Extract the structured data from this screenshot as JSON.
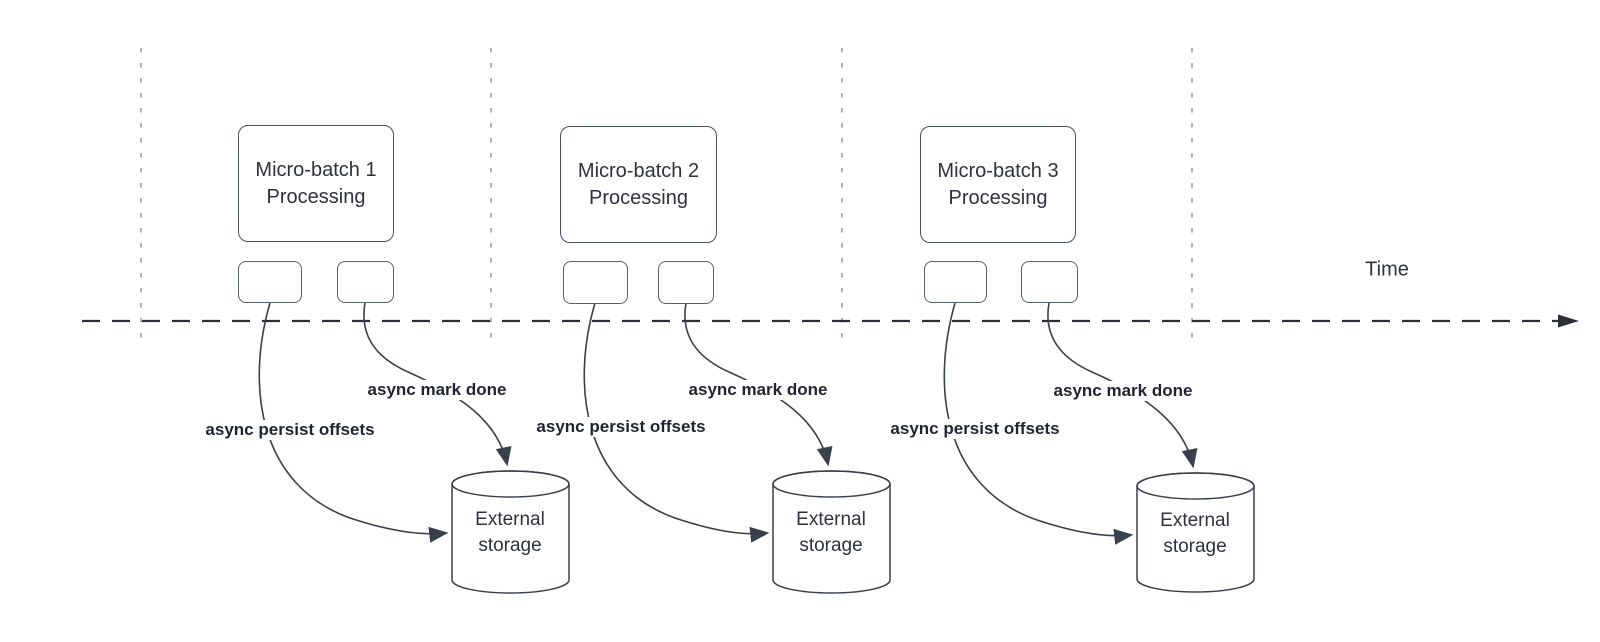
{
  "timeline": {
    "label": "Time"
  },
  "sections": [
    {
      "box_label": "Micro-batch 1 Processing",
      "persist_label": "async persist offsets",
      "done_label": "async mark done",
      "storage_label": "External storage"
    },
    {
      "box_label": "Micro-batch 2 Processing",
      "persist_label": "async persist offsets",
      "done_label": "async mark done",
      "storage_label": "External storage"
    },
    {
      "box_label": "Micro-batch 3 Processing",
      "persist_label": "async persist offsets",
      "done_label": "async mark done",
      "storage_label": "External storage"
    }
  ],
  "colors": {
    "shape_stroke": "#4a505a",
    "connector_stroke": "#3a404b",
    "text": "#2d323d",
    "guide_line": "#a5a5a9",
    "time_axis": "#2b2f36",
    "background": "#ffffff"
  }
}
